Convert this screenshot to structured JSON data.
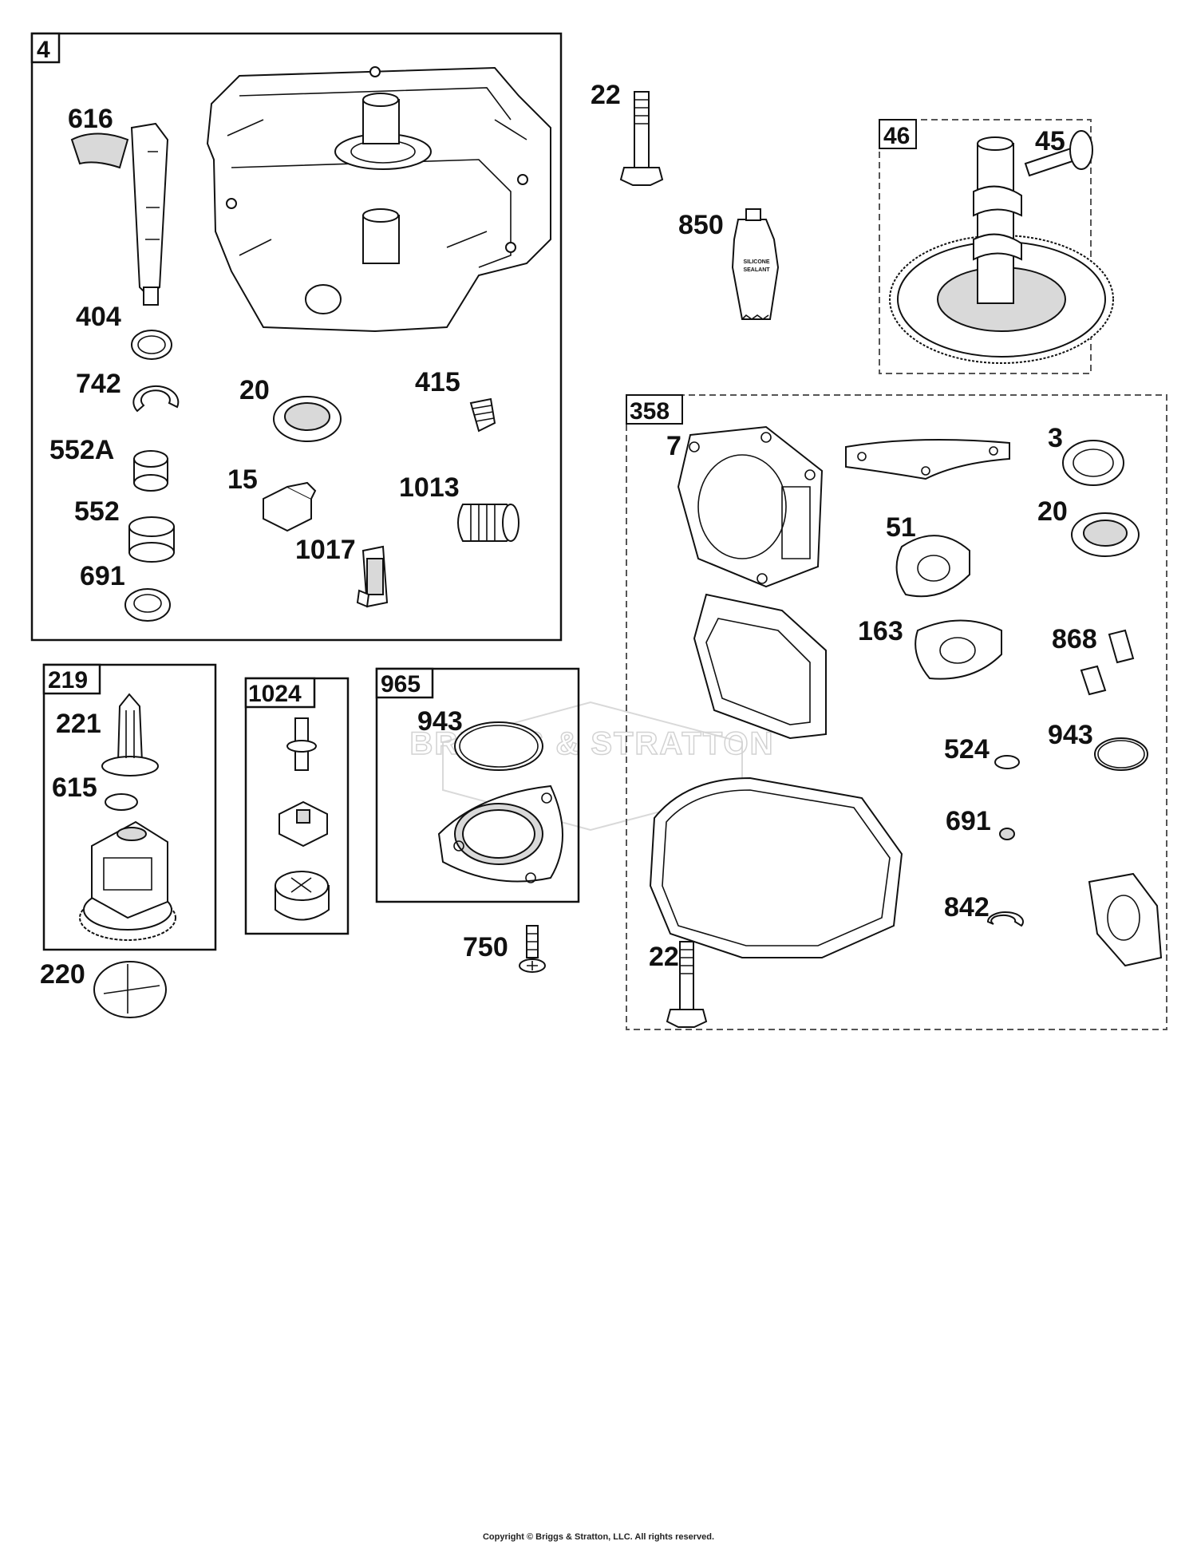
{
  "diagram": {
    "groups": {
      "g4": "4",
      "g46": "46",
      "g358": "358",
      "g219": "219",
      "g1024": "1024",
      "g965": "965"
    },
    "callouts": {
      "p616": "616",
      "p404": "404",
      "p742": "742",
      "p552a": "552A",
      "p552": "552",
      "p691a": "691",
      "p20a": "20",
      "p415": "415",
      "p15": "15",
      "p1013": "1013",
      "p1017": "1017",
      "p22a": "22",
      "p850": "850",
      "p45": "45",
      "p7": "7",
      "p3": "3",
      "p51": "51",
      "p20b": "20",
      "p163": "163",
      "p868": "868",
      "p524": "524",
      "p943b": "943",
      "p691b": "691",
      "p842": "842",
      "p22b": "22",
      "p221": "221",
      "p615": "615",
      "p220": "220",
      "p943a": "943",
      "p750": "750"
    },
    "tube_text_line1": "SILICONE",
    "tube_text_line2": "SEALANT",
    "watermark": "BRIGGS & STRATTON"
  },
  "footer": {
    "copyright": "Copyright © Briggs & Stratton, LLC. All rights reserved."
  }
}
